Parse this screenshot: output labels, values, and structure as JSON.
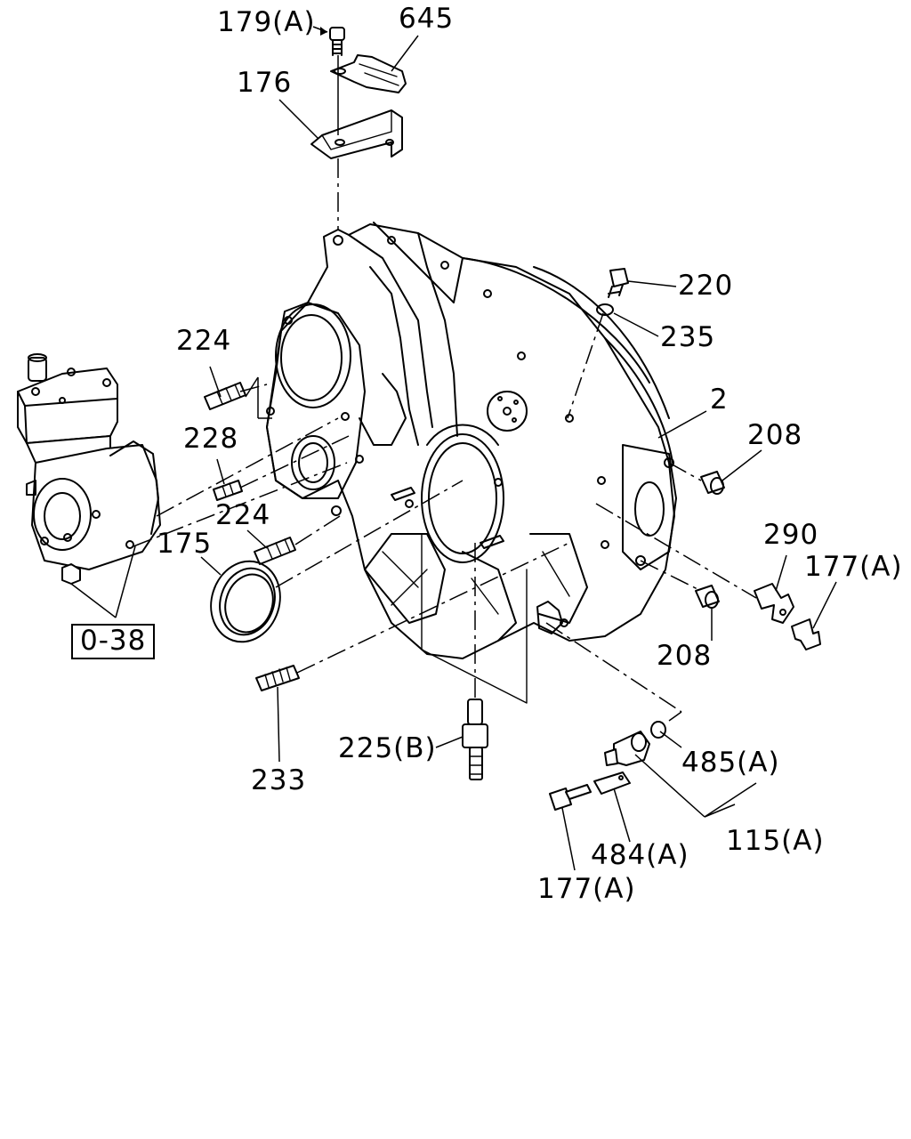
{
  "labels": {
    "p179a": "179(A)",
    "p645": "645",
    "p176": "176",
    "p220": "220",
    "p235": "235",
    "p224a": "224",
    "p2": "2",
    "p208a": "208",
    "p228": "228",
    "p224b": "224",
    "p290": "290",
    "p177a_right": "177(A)",
    "p175": "175",
    "p038": "0-38",
    "p208b": "208",
    "p233": "233",
    "p225b": "225(B)",
    "p485a": "485(A)",
    "p115a": "115(A)",
    "p484a": "484(A)",
    "p177a_bottom": "177(A)"
  }
}
